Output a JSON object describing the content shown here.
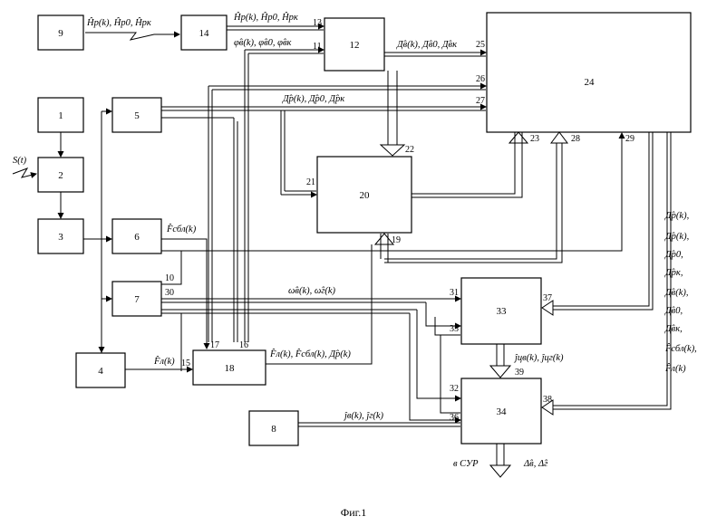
{
  "blocks": [
    {
      "id": "1",
      "label": "1"
    },
    {
      "id": "2",
      "label": "2"
    },
    {
      "id": "3",
      "label": "3"
    },
    {
      "id": "4",
      "label": "4"
    },
    {
      "id": "5",
      "label": "5"
    },
    {
      "id": "6",
      "label": "6"
    },
    {
      "id": "7",
      "label": "7"
    },
    {
      "id": "8",
      "label": "8"
    },
    {
      "id": "9",
      "label": "9"
    },
    {
      "id": "12",
      "label": "12"
    },
    {
      "id": "14",
      "label": "14"
    },
    {
      "id": "18",
      "label": "18"
    },
    {
      "id": "20",
      "label": "20"
    },
    {
      "id": "24",
      "label": "24"
    },
    {
      "id": "33",
      "label": "33"
    },
    {
      "id": "34",
      "label": "34"
    }
  ],
  "ports": [
    "13",
    "11",
    "25",
    "26",
    "27",
    "22",
    "21",
    "23",
    "28",
    "29",
    "19",
    "10",
    "30",
    "17",
    "16",
    "15",
    "31",
    "35",
    "37",
    "39",
    "32",
    "36",
    "38"
  ],
  "signals": {
    "input": "S(t)",
    "radio": "Ĥр(k), Ĥр0, Ĥрк",
    "h14": "Ĥр(k), Ĥр0, Ĥрк",
    "phi": "φ̂в(k), φ̂в0, φ̂вк",
    "d12": "Д̂в(k), Д̂в0, Д̂вк",
    "d27": "Д̂р(k), Д̂р0, Д̂рк",
    "fsbl6": "F̂сбл(k)",
    "fl4": "F̂л(k)",
    "omega": "ω̂в(k), ω̂г(k)",
    "f18": "F̂л(k), F̂сбл(k), Д̂р(k)",
    "j8": "ĵв(k), ĵг(k)",
    "j33": "ĵцв(k), ĵцг(k)",
    "out34": "Δ̂в, Δ̂г",
    "to_sur": "в СУР",
    "feedback": [
      "Д̂р(k),",
      "Д̂р(k),",
      "Д̂р0,",
      "Д̂рк,",
      "Д̂в(k),",
      "Д̂в0,",
      "Д̂вк,",
      "F̂сбл(k),",
      "F̂л(k)"
    ]
  },
  "caption": "Фиг.1"
}
